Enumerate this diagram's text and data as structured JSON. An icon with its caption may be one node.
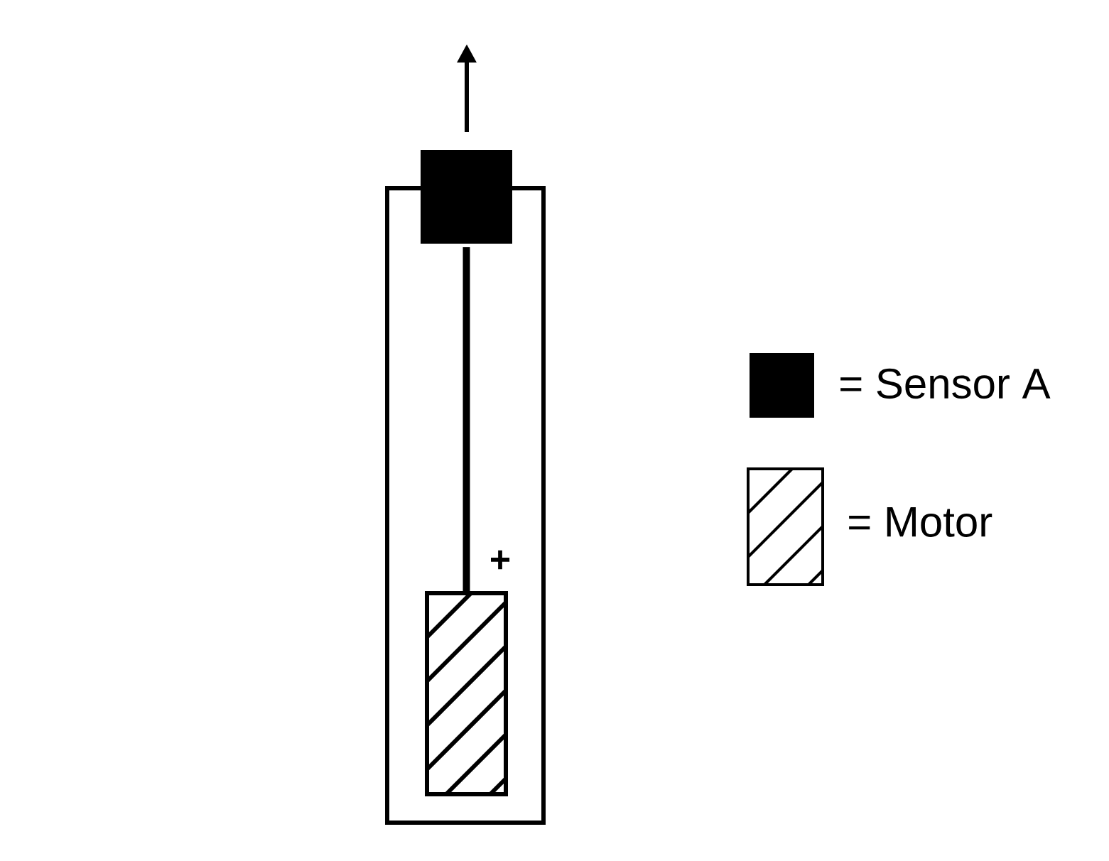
{
  "diagram": {
    "nodes": [
      {
        "text": [],
        "shape": "box"
      },
      {
        "text": [],
        "shape": "box"
      },
      {
        "text": [],
        "shape": "box",
        "in": 0
      }
    ],
    "edges": [
      {
        "from": 1,
        "to": 2,
        "arrow": "none"
      }
    ],
    "labels": [
      "+"
    ],
    "legend": [
      {
        "text": "= Sensor A",
        "color": "#000000"
      },
      {
        "text": "= Motor"
      }
    ]
  }
}
